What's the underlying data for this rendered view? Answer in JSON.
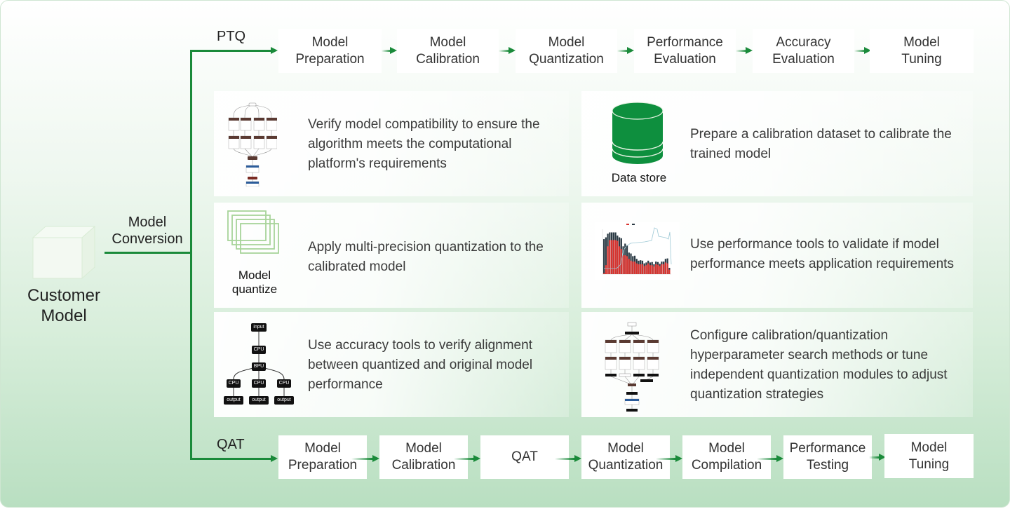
{
  "source": {
    "label": "Customer\nModel",
    "icon": "cube-icon"
  },
  "conversion": {
    "label": "Model\nConversion"
  },
  "ptq": {
    "label": "PTQ",
    "steps": [
      "Model\nPreparation",
      "Model\nCalibration",
      "Model\nQuantization",
      "Performance\nEvaluation",
      "Accuracy\nEvaluation",
      "Model\nTuning"
    ]
  },
  "qat": {
    "label": "QAT",
    "steps": [
      "Model\nPreparation",
      "Model\nCalibration",
      "QAT",
      "Model\nQuantization",
      "Model\nCompilation",
      "Performance\nTesting",
      "Model\nTuning"
    ]
  },
  "cards": [
    {
      "icon": "model-graph-diagram-icon",
      "icon_label": "",
      "text": "Verify model compatibility to ensure the algorithm meets the computational platform's requirements"
    },
    {
      "icon": "database-icon",
      "icon_label": "Data store",
      "text": "Prepare a calibration dataset to calibrate the trained model"
    },
    {
      "icon": "stacked-layers-icon",
      "icon_label": "Model\nquantize",
      "text": "Apply multi-precision quantization to the calibrated model"
    },
    {
      "icon": "performance-chart-icon",
      "icon_label": "",
      "text": "Use performance tools to validate if model performance meets application requirements"
    },
    {
      "icon": "cpu-bpu-tree-diagram-icon",
      "icon_label": "",
      "text": "Use accuracy tools to verify alignment between quantized and original model performance",
      "tree_nodes": {
        "root": "input",
        "level1": "CPU",
        "level2": "BPU",
        "level3": [
          "CPU",
          "CPU",
          "CPU"
        ],
        "outputs": [
          "output",
          "output",
          "output"
        ]
      }
    },
    {
      "icon": "tuning-graph-diagram-icon",
      "icon_label": "",
      "text": "Configure calibration/quantization hyperparameter search methods or tune independent quantization modules to adjust quantization strategies"
    }
  ],
  "colors": {
    "accent_green": "#1a8a3a",
    "database_green": "#0e8f3e",
    "layers_green": "#a8d49a",
    "chart_red": "#d8332f",
    "chart_dark": "#2b3a44"
  }
}
